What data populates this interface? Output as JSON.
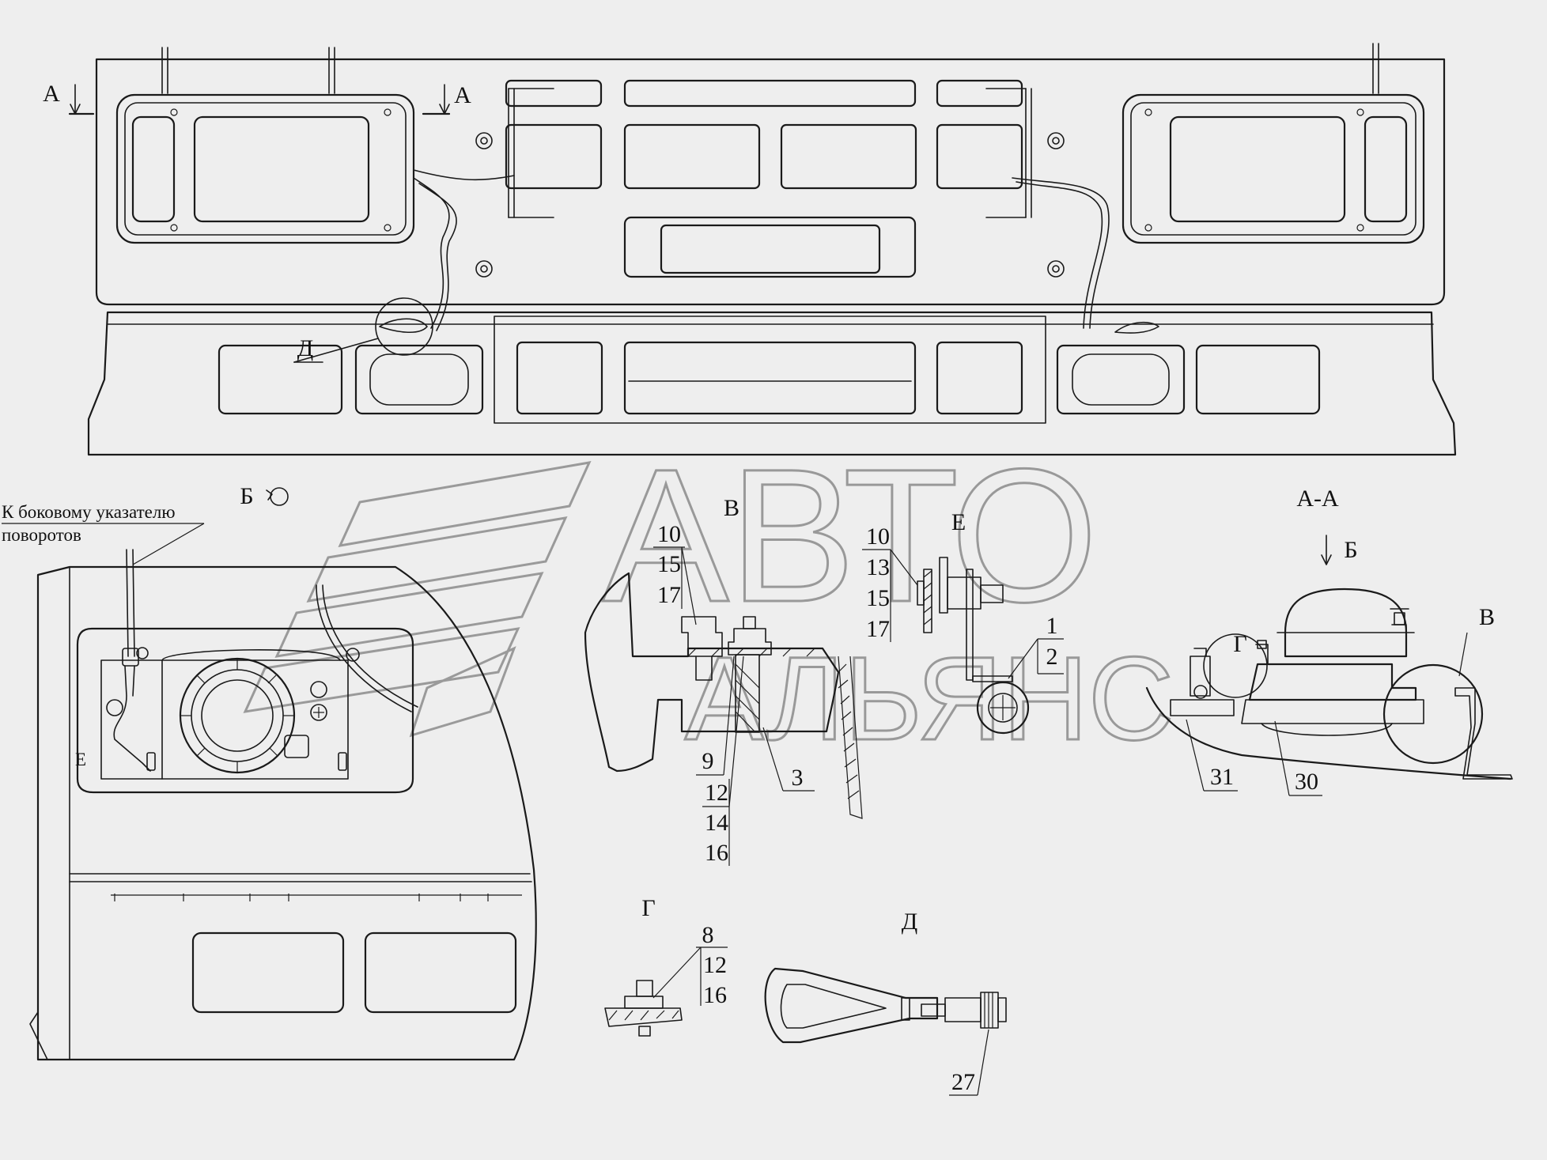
{
  "watermark": {
    "line1": "АВТО",
    "line2": "АЛЬЯНС"
  },
  "view_labels": {
    "A_left": "А",
    "A_right": "А",
    "D_callout": "Д",
    "B_rotated": "Б",
    "V": "В",
    "E": "Е",
    "AA": "А-А",
    "B_arrow": "Б",
    "V_circle": "В",
    "G_callout": "Г",
    "G_view": "Г",
    "D_view": "Д"
  },
  "note": {
    "line1": "К боковому указателю",
    "line2": "поворотов"
  },
  "part_numbers": {
    "V": {
      "top": [
        "10",
        "15",
        "17"
      ],
      "bottom": [
        "9",
        "12",
        "14",
        "16"
      ],
      "right": "3"
    },
    "E": {
      "stack": [
        "10",
        "13",
        "15",
        "17"
      ],
      "side": [
        "1",
        "2"
      ]
    },
    "AA": {
      "left": "31",
      "right": "30"
    },
    "G": [
      "8",
      "12",
      "16"
    ],
    "D": "27"
  }
}
